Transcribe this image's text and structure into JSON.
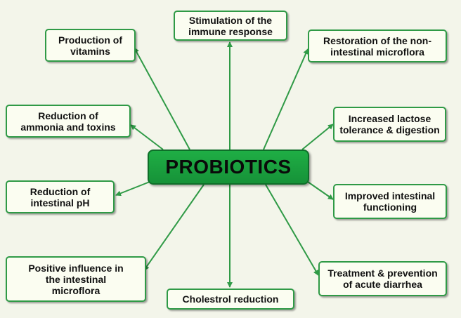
{
  "center": {
    "label": "PROBIOTICS"
  },
  "benefits": [
    {
      "id": "production-of-vitamins",
      "label": "Production of\nvitamins"
    },
    {
      "id": "stimulation-of-immune-response",
      "label": "Stimulation of the\nimmune response"
    },
    {
      "id": "restoration-of-non-intestinal-microflora",
      "label": "Restoration of the non-\nintestinal microflora"
    },
    {
      "id": "reduction-of-ammonia-and-toxins",
      "label": "Reduction of\nammonia and toxins"
    },
    {
      "id": "increased-lactose-tolerance",
      "label": "Increased lactose\ntolerance & digestion"
    },
    {
      "id": "reduction-of-intestinal-ph",
      "label": "Reduction of\nintestinal pH"
    },
    {
      "id": "improved-intestinal-functioning",
      "label": "Improved intestinal\nfunctioning"
    },
    {
      "id": "positive-influence-intestinal-microflora",
      "label": "Positive influence in\nthe intestinal\nmicroflora"
    },
    {
      "id": "cholestrol-reduction",
      "label": "Cholestrol reduction"
    },
    {
      "id": "treatment-prevention-acute-diarrhea",
      "label": "Treatment & prevention\nof acute diarrhea"
    }
  ],
  "colors": {
    "background": "#f3f5ea",
    "center_fill": "#1fae45",
    "box_border": "#2f9a46",
    "box_fill": "#fbfdf1",
    "arrow": "#2f9a46"
  }
}
